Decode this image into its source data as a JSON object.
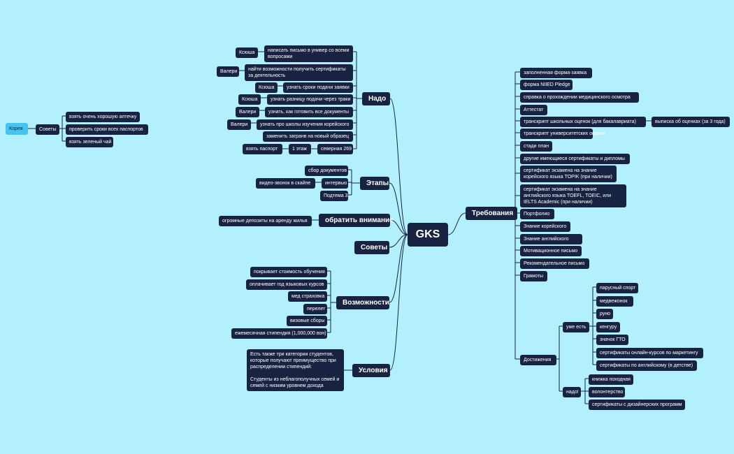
{
  "colors": {
    "background": "#b3f0fd",
    "node": "#172340",
    "node_text": "#ffffff",
    "highlight_node": "#46c3ee",
    "line": "#172340"
  },
  "root": "GKS",
  "branches": {
    "nado": "Надо",
    "etapy": "Этапы",
    "attention": "обратить внимание",
    "sovety": "Советы",
    "vozmozhnosti": "Возможности",
    "usloviya": "Условия",
    "trebovaniya": "Требования"
  },
  "nado": {
    "items": [
      "написать письмо в универ со всеми вопросами",
      "найти возможности получить сертификаты за деятельность",
      "узнать сроки подачи заявки",
      "узнать разницу подачи через траки",
      "узнать, как готовить все документы",
      "узнать про школы изучения корейского",
      "заменить загранв на новый образец",
      "северная 269"
    ],
    "people": [
      "Ксюша",
      "Валери",
      "Ксюша",
      "Ксюша",
      "Валери",
      "Валери"
    ],
    "floor": "1 этаж",
    "passport": "взять паспорт"
  },
  "etapy": {
    "items": [
      "сбор документов",
      "интервью",
      "Подтема 3"
    ],
    "skype": "видео-звонок в скайпе"
  },
  "attention": {
    "item": "огромные депозиты на аренду жилья"
  },
  "vozmozhnosti": {
    "items": [
      "покрывает стоимость обучения",
      "оплачивает год языковых курсов",
      "мед страховка",
      "перелет",
      "визовые сборы",
      "ежемесячная стипендия (1,000,000 вон)"
    ]
  },
  "usloviya": {
    "note": "Есть также три категории студентов, которые получают преимущество при распределении стипендий:\n\nСтуденты из неблагополучных семей и семей с низким уровнем дохода"
  },
  "trebovaniya": {
    "items": [
      "заполненная форма-заявка",
      "форма NIIED Pledge",
      "справка о прохождении медицинского осмотра",
      "Аттестат",
      "транскрипт школьных оценок (для бакалавриата)",
      "транскрипт университетских оценок",
      "стади план",
      "другие имеющиеся сертификаты и дипломы",
      "сертификат экзамена на знание корейского языка TOPIK (при наличии)",
      "сертификат экзамена на знание английского языка TOEFL, TOEIC, или IELTS Academic (при наличии)",
      "Портфолио",
      "Знание корейского",
      "Знание английского",
      "Мотивационное письмо",
      "Рекомендательное письмо",
      "Грамоты",
      "Достижения"
    ],
    "transcript_extra": "выписка об оценках (за 3 года)",
    "dost": {
      "have": "уже есть",
      "have_items": [
        "парусный спорт",
        "медвежонок",
        "руно",
        "кенгуру",
        "значок ГТО",
        "сертификаты онлайн-курсов по маркетингу",
        "сертификаты по английскому (в детстве)"
      ],
      "need": "надо!",
      "need_items": [
        "книжка походная",
        "волонтерство",
        "сертификаты с дизайнерских программ"
      ]
    }
  },
  "left": {
    "korea": "Корея",
    "sovety": "Советы",
    "items": [
      "взять очень хорошую аптечку",
      "проверить сроки всех паспортов",
      "взять зеленый чай"
    ]
  }
}
